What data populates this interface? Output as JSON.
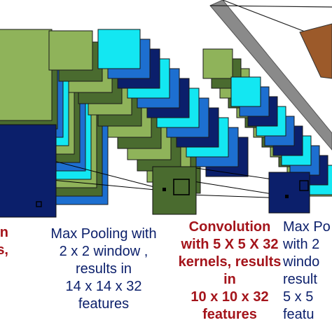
{
  "captions": {
    "left_fragment": [
      "n",
      "s,"
    ],
    "pool1": [
      "Max Pooling with",
      "2 x 2 window ,",
      "results in",
      "14 x 14 x 32",
      "features"
    ],
    "conv2": [
      "Convolution",
      "with 5 X 5 X 32",
      "kernels, results",
      "in",
      "10 x 10 x 32",
      "features"
    ],
    "pool2": [
      "Max Po",
      "with 2",
      "windo",
      "result",
      "5 x 5",
      "featu"
    ]
  },
  "colors": {
    "navy": "#0b1f6b",
    "dark_green": "#4a6b2f",
    "light_green": "#8fb35a",
    "cyan": "#13e7f2",
    "blue": "#1d6fd0",
    "gray": "#8a8a8a",
    "brown": "#9c5a2a",
    "caption_blue": "#0b1f6b",
    "caption_red": "#a4141b"
  }
}
